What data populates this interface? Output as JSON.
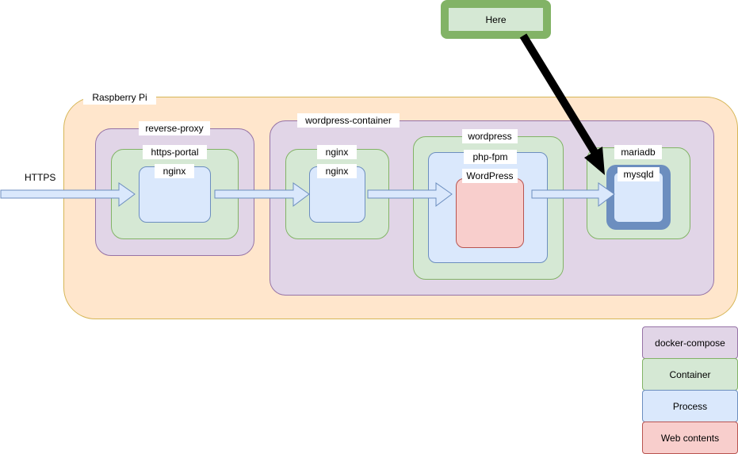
{
  "diagram": {
    "raspberry_pi": "Raspberry Pi",
    "https_label": "HTTPS",
    "reverse_proxy": {
      "title": "reverse-proxy",
      "container": "https-portal",
      "process": "nginx"
    },
    "wordpress_container": {
      "title": "wordpress-container",
      "nginx_container": "nginx",
      "nginx_process": "nginx",
      "wordpress_container": "wordpress",
      "php_process": "php-fpm",
      "web_contents": "WordPress",
      "mariadb_container": "mariadb",
      "mysql_process": "mysqld"
    },
    "callout": "Here"
  },
  "legend": {
    "items": [
      {
        "label": "docker-compose",
        "fill": "#e1d5e7",
        "stroke": "#9673a6"
      },
      {
        "label": "Container",
        "fill": "#d5e8d4",
        "stroke": "#82b366"
      },
      {
        "label": "Process",
        "fill": "#dae8fc",
        "stroke": "#6c8ebf"
      },
      {
        "label": "Web contents",
        "fill": "#f8cecc",
        "stroke": "#b85450"
      }
    ]
  },
  "colors": {
    "host": "#ffe6cc",
    "compose": "#e1d5e7",
    "container": "#d5e8d4",
    "process": "#dae8fc",
    "web_contents": "#f8cecc",
    "highlight": "#6c8ebf",
    "callout_border": "#82b366"
  }
}
